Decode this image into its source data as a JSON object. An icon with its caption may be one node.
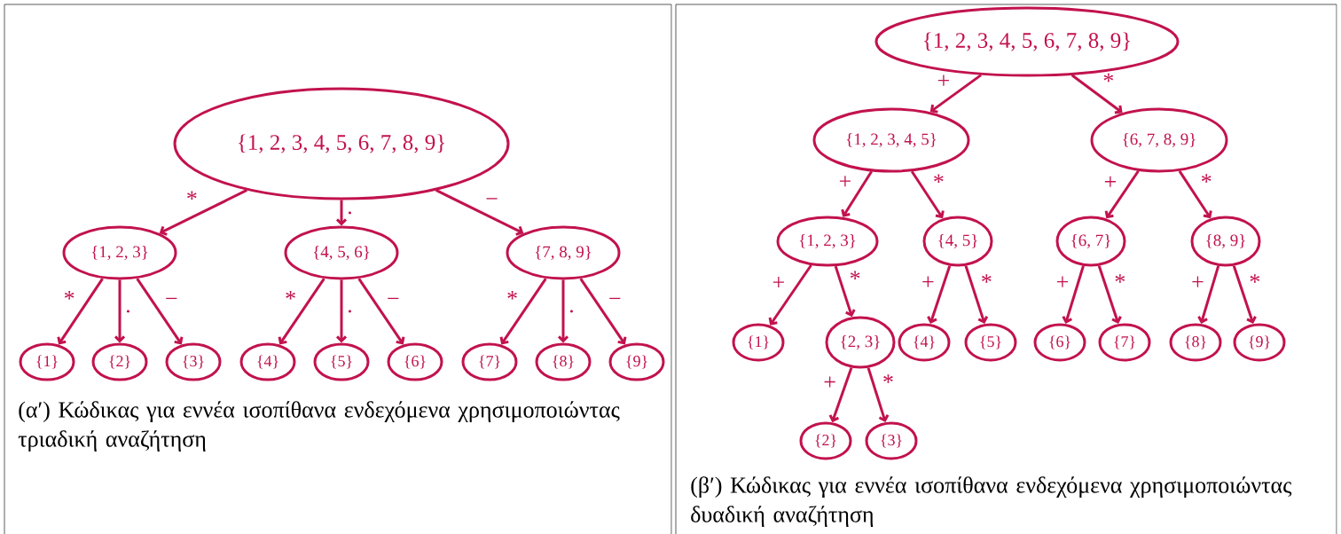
{
  "diagram": {
    "nodes": [
      {
        "text": [
          "{1, 2, 3, 4, 5, 6, 7, 8, 9}"
        ]
      },
      {
        "text": [
          "{1, 2, 3}"
        ]
      },
      {
        "text": [
          "{4, 5, 6}"
        ]
      },
      {
        "text": [
          "{7, 8, 9}"
        ]
      },
      {
        "text": [
          "{1}"
        ]
      },
      {
        "text": [
          "{2}"
        ]
      },
      {
        "text": [
          "{3}"
        ]
      },
      {
        "text": [
          "{4}"
        ]
      },
      {
        "text": [
          "{5}"
        ]
      },
      {
        "text": [
          "{6}"
        ]
      },
      {
        "text": [
          "{7}"
        ]
      },
      {
        "text": [
          "{8}"
        ]
      },
      {
        "text": [
          "{9}"
        ]
      },
      {
        "text": [
          "{1, 2, 3, 4, 5, 6, 7, 8, 9}"
        ]
      },
      {
        "text": [
          "{1, 2, 3, 4, 5}"
        ]
      },
      {
        "text": [
          "{6, 7, 8, 9}"
        ]
      },
      {
        "text": [
          "{1, 2, 3}"
        ]
      },
      {
        "text": [
          "{4, 5}"
        ]
      },
      {
        "text": [
          "{6, 7}"
        ]
      },
      {
        "text": [
          "{8, 9}"
        ]
      },
      {
        "text": [
          "{1}"
        ]
      },
      {
        "text": [
          "{2, 3}"
        ]
      },
      {
        "text": [
          "{4}"
        ]
      },
      {
        "text": [
          "{5}"
        ]
      },
      {
        "text": [
          "{6}"
        ]
      },
      {
        "text": [
          "{7}"
        ]
      },
      {
        "text": [
          "{8}"
        ]
      },
      {
        "text": [
          "{9}"
        ]
      },
      {
        "text": [
          "{2}"
        ]
      },
      {
        "text": [
          "{3}"
        ]
      }
    ],
    "edges": [
      {
        "from": 0,
        "to": 1,
        "arrow": "to",
        "label": "*"
      },
      {
        "from": 0,
        "to": 2,
        "arrow": "to",
        "label": "."
      },
      {
        "from": 0,
        "to": 3,
        "arrow": "to",
        "label": "−"
      },
      {
        "from": 1,
        "to": 4,
        "arrow": "to",
        "label": "*"
      },
      {
        "from": 1,
        "to": 5,
        "arrow": "to",
        "label": "."
      },
      {
        "from": 1,
        "to": 6,
        "arrow": "to",
        "label": "−"
      },
      {
        "from": 2,
        "to": 7,
        "arrow": "to",
        "label": "*"
      },
      {
        "from": 2,
        "to": 8,
        "arrow": "to",
        "label": "."
      },
      {
        "from": 2,
        "to": 9,
        "arrow": "to",
        "label": "−"
      },
      {
        "from": 3,
        "to": 10,
        "arrow": "to",
        "label": "*"
      },
      {
        "from": 3,
        "to": 11,
        "arrow": "to",
        "label": "."
      },
      {
        "from": 3,
        "to": 12,
        "arrow": "to",
        "label": "−"
      },
      {
        "from": 13,
        "to": 14,
        "arrow": "to",
        "label": "+"
      },
      {
        "from": 13,
        "to": 15,
        "arrow": "to",
        "label": "*"
      },
      {
        "from": 14,
        "to": 16,
        "arrow": "to",
        "label": "+"
      },
      {
        "from": 14,
        "to": 17,
        "arrow": "to",
        "label": "*"
      },
      {
        "from": 15,
        "to": 18,
        "arrow": "to",
        "label": "+"
      },
      {
        "from": 15,
        "to": 19,
        "arrow": "to",
        "label": "*"
      },
      {
        "from": 16,
        "to": 20,
        "arrow": "to",
        "label": "+"
      },
      {
        "from": 16,
        "to": 21,
        "arrow": "to",
        "label": "*"
      },
      {
        "from": 17,
        "to": 22,
        "arrow": "to",
        "label": "+"
      },
      {
        "from": 17,
        "to": 23,
        "arrow": "to",
        "label": "*"
      },
      {
        "from": 18,
        "to": 24,
        "arrow": "to",
        "label": "+"
      },
      {
        "from": 18,
        "to": 25,
        "arrow": "to",
        "label": "*"
      },
      {
        "from": 19,
        "to": 26,
        "arrow": "to",
        "label": "+"
      },
      {
        "from": 19,
        "to": 27,
        "arrow": "to",
        "label": "*"
      },
      {
        "from": 21,
        "to": 28,
        "arrow": "to",
        "label": "+"
      },
      {
        "from": 21,
        "to": 29,
        "arrow": "to",
        "label": "*"
      }
    ],
    "labels": [
      "(α′) Κώδικας για εννέα ισοπίθανα ενδεχόμενα χρησιμοποιώντας τριαδική αναζήτηση",
      "(β′) Κώδικας για εννέα ισοπίθανα ενδεχόμενα χρησιμοποιώντας δυαδική αναζήτηση"
    ]
  }
}
